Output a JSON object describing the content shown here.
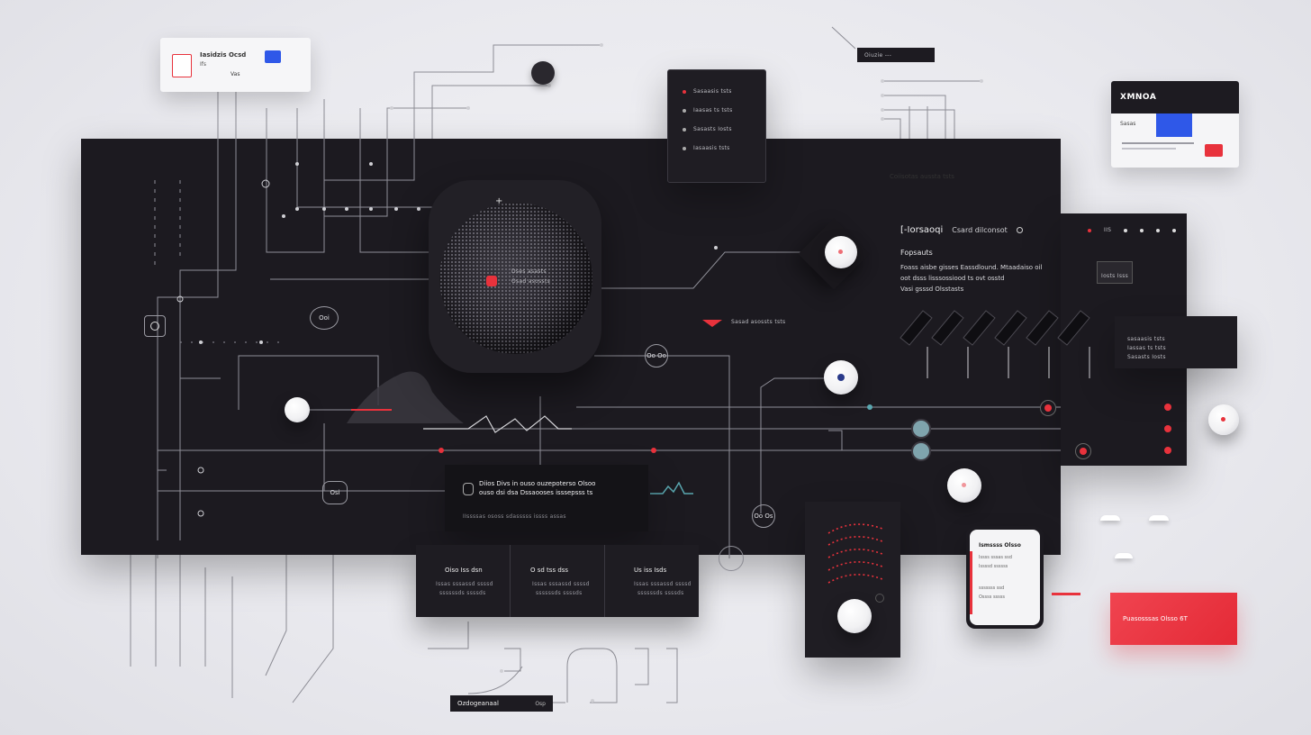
{
  "top_left_card": {
    "title": "Iasidzis Ocsd",
    "subtitle": "Ifs",
    "badge": "Vas",
    "accent": "#2f58e8"
  },
  "top_right_label": "Oiuzie ---",
  "list_card": {
    "rows": [
      "Sasaasis tsts",
      "Iaasas ts tsts",
      "Sasasts Iosts",
      "Iasaasis tsts"
    ]
  },
  "right_card": {
    "title": "XMNOA",
    "row_label": "Sasas",
    "accent_blue": "#2f58e8",
    "accent_red": "#e8323c"
  },
  "dotted_label": "Coiisotas aussta tsts",
  "orb": {
    "line1": "Dses asasts",
    "line2": "Osad asossts"
  },
  "right_panel": {
    "title": "[-Iorsaoqi",
    "subtitle": "Csard dilconsot",
    "tags": [
      "IIS"
    ],
    "line1": "Fopsauts",
    "para1": "Foass aisbe gisses Eassdlound. Mtaadaiso oil",
    "para2": "oot dsss lisssossiood ts ovt osstd",
    "para3": "Vasi gsssd Olsstasts",
    "button": "Iosts Isss",
    "side_card_lines": [
      "sasaasis tsts",
      "Iassas ts tsts",
      "Sasasts Iosts"
    ]
  },
  "red_marker_label": "Sasad asossts tsts",
  "small_labels": {
    "chain": "Ooi",
    "circle_a": "Oo Oo",
    "circle_b": "Oo Os",
    "shield": "Osi"
  },
  "center_panel": {
    "heading1": "Diios Divs in ouso ouzepoterso Olsoo",
    "heading2": "ouso dsi dsa Dssaooses isssepsss ts",
    "footer": "IIssssas ososs sdasssss issss assas"
  },
  "bottom_cards": [
    {
      "title": "Oiso Iss dsn",
      "lines": [
        "Issas sssassd ssssd",
        "ssssssds ssssds"
      ]
    },
    {
      "title": "O sd tss dss",
      "lines": [
        "Issas sssassd ssssd",
        "ssssssds ssssds"
      ]
    },
    {
      "title": "Us iss Isds",
      "lines": [
        "Issas sssassd ssssd",
        "ssssssds ssssds"
      ]
    }
  ],
  "phone": {
    "title": "Ismssss Olsso",
    "lines": [
      "Issss sssas ssd",
      "Issssd ssssss",
      "sssssss ssd",
      "Ossss sssss"
    ]
  },
  "red_card": {
    "label": "Puasosssas Olsso 6T",
    "color": "#ef3340"
  },
  "bottom_label": {
    "text": "Ozdogeanaal",
    "tag": "Osp"
  }
}
